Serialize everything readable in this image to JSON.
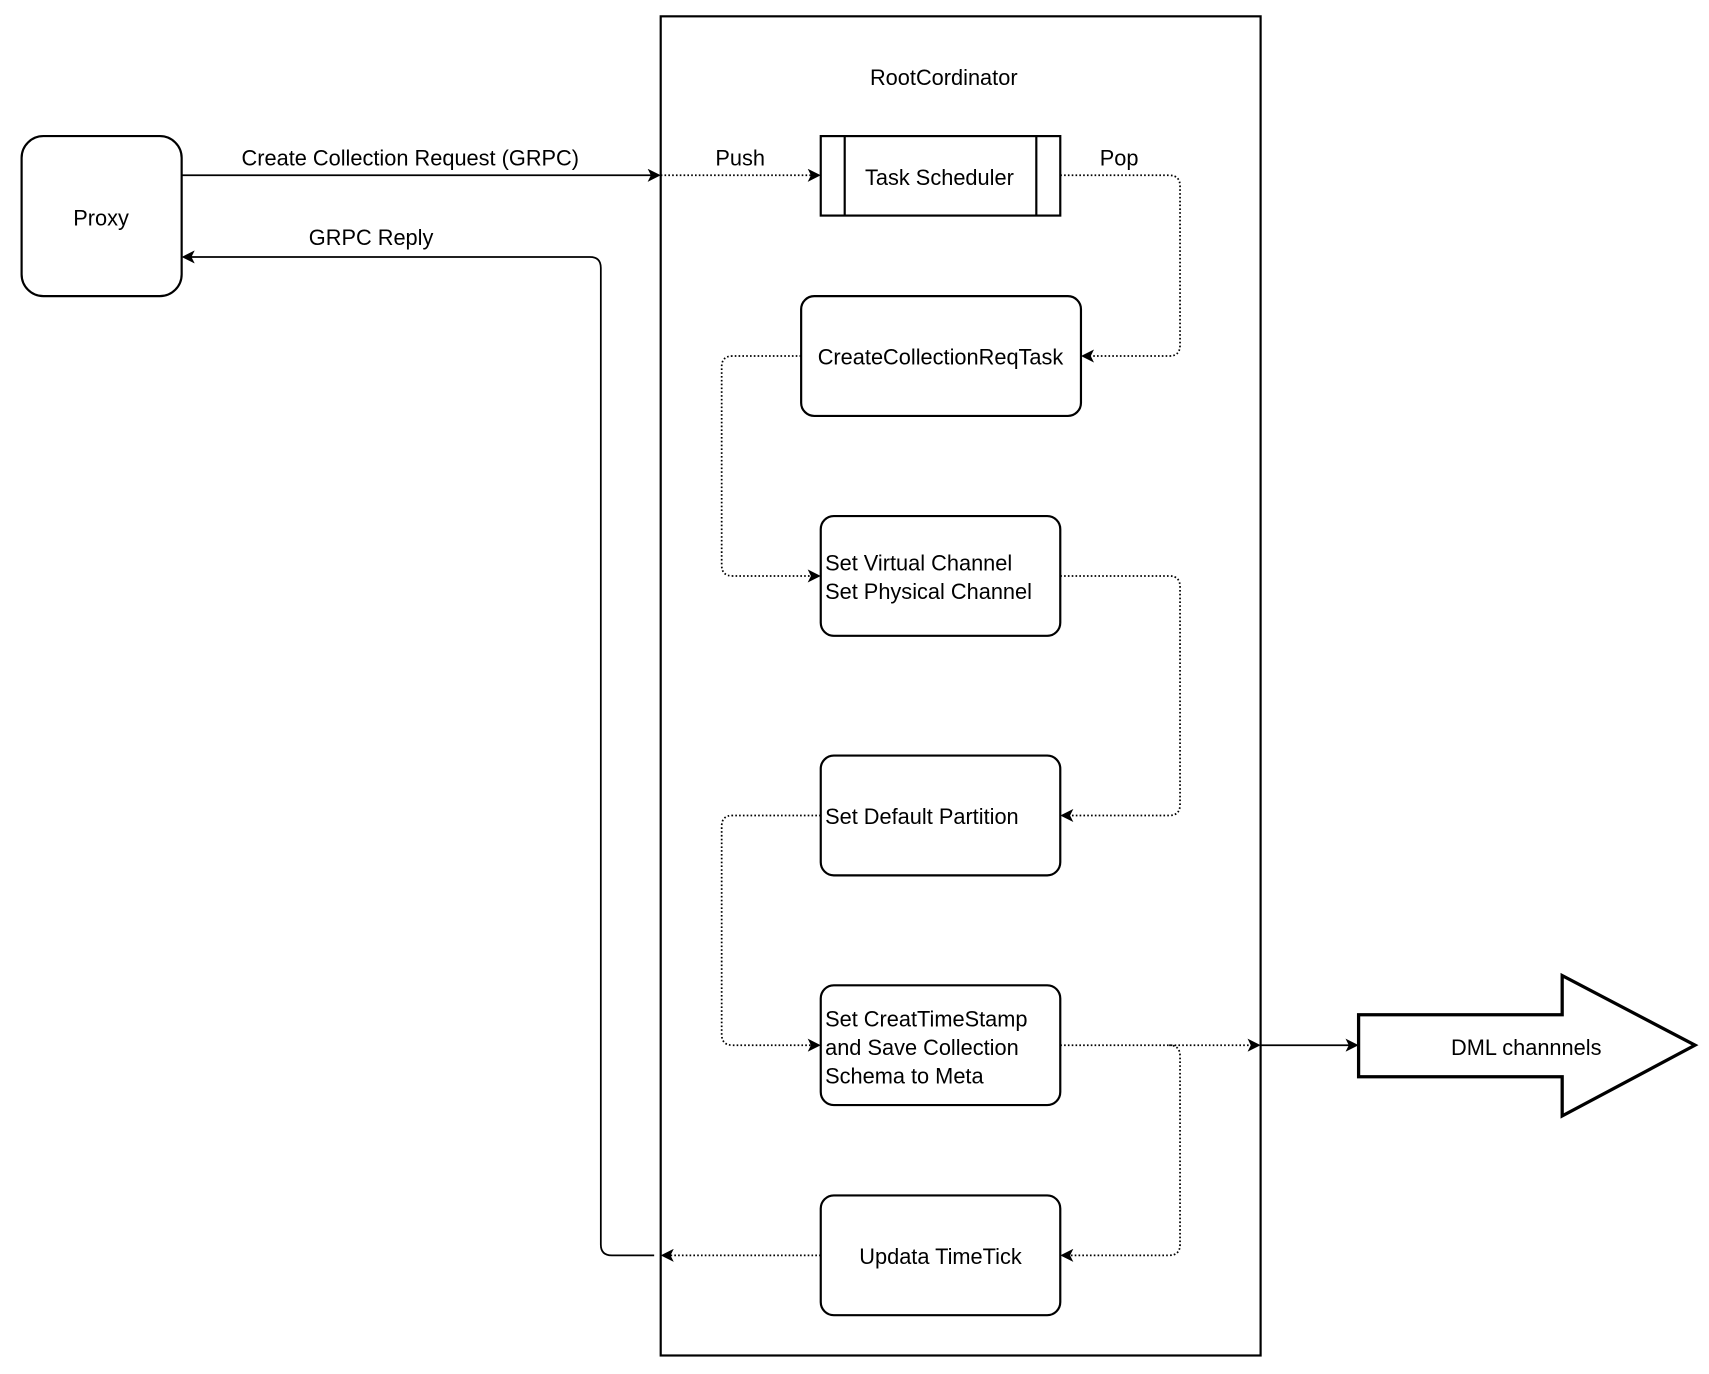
{
  "nodes": {
    "proxy": "Proxy",
    "container_title": "RootCordinator",
    "task_scheduler": "Task Scheduler",
    "create_task": "CreateCollectionReqTask",
    "set_channel": [
      "Set Virtual Channel",
      "Set Physical Channel"
    ],
    "set_partition": "Set Default Partition",
    "set_timestamp": [
      "Set CreatTimeStamp",
      "and Save Collection",
      "Schema to Meta"
    ],
    "update_timetick": "Updata TimeTick",
    "dml_channels": "DML channnels"
  },
  "edges": {
    "request": "Create Collection Request (GRPC)",
    "reply": "GRPC Reply",
    "push": "Push",
    "pop": "Pop"
  }
}
